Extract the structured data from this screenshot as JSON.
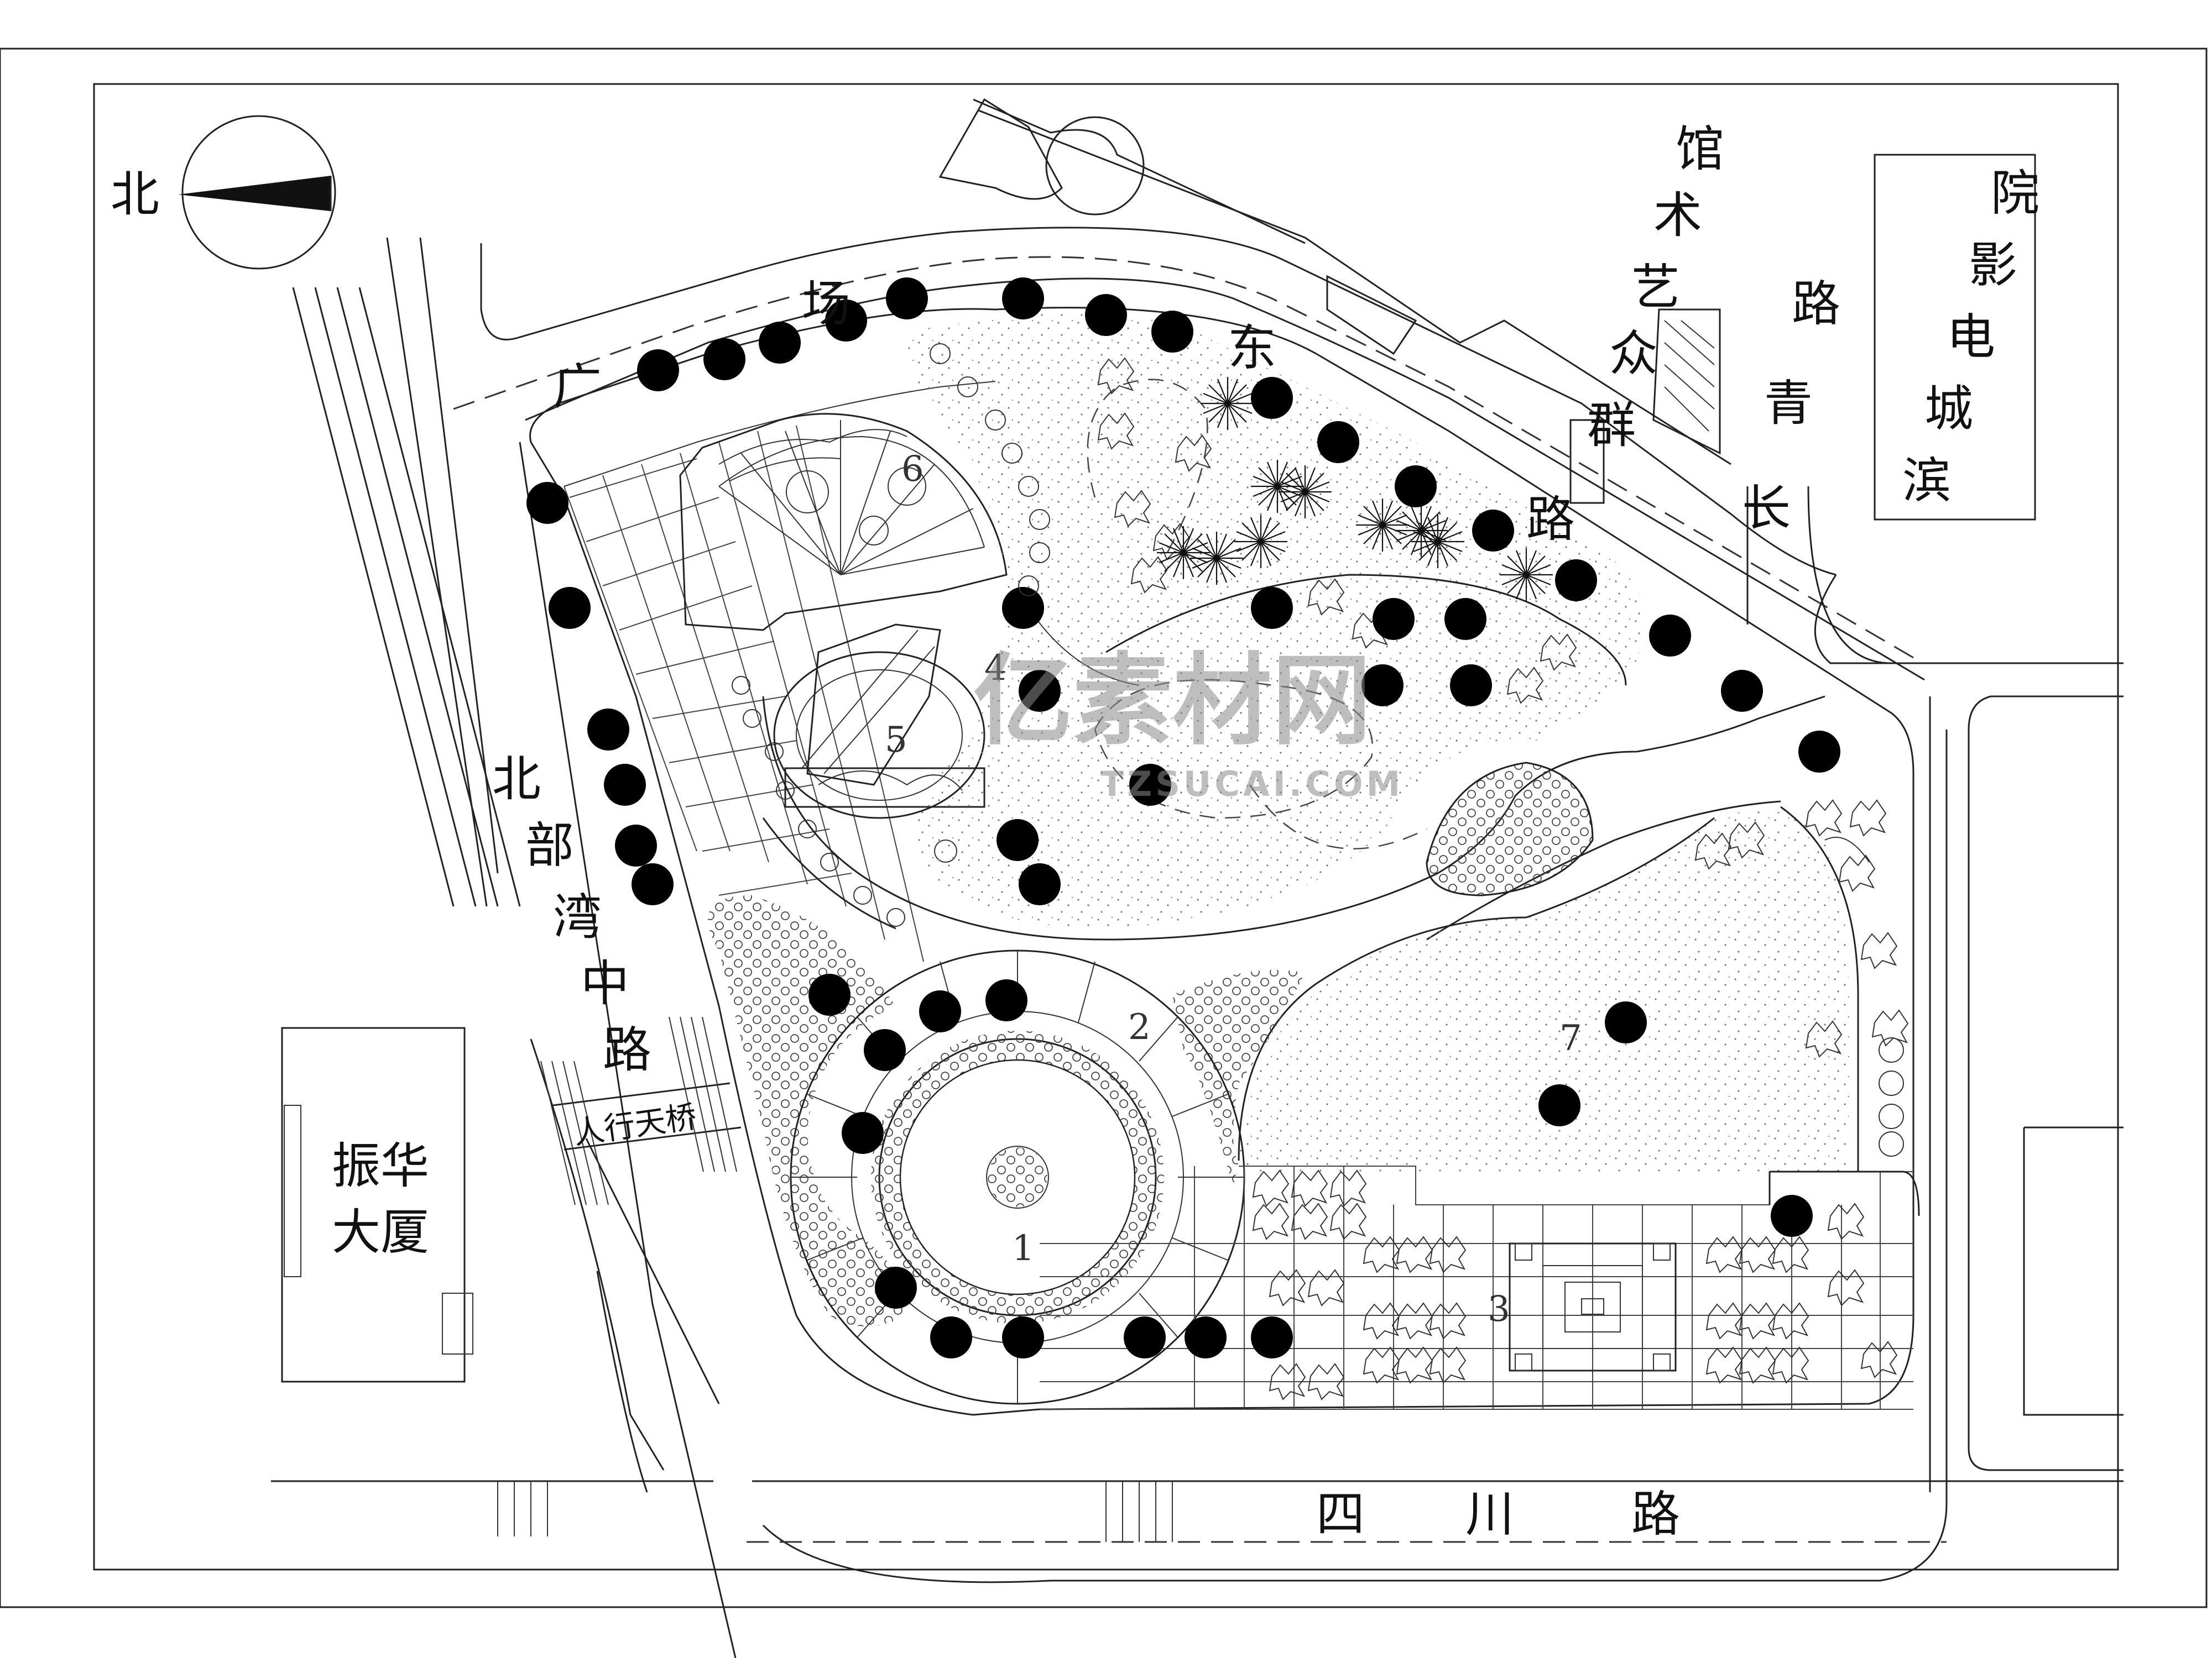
{
  "compass": {
    "label": "北"
  },
  "roads": {
    "guangchang_east": [
      "广",
      "场",
      "东",
      "路"
    ],
    "beibuwan_middle": [
      "北",
      "部",
      "湾",
      "中",
      "路"
    ],
    "changqing": [
      "长",
      "青",
      "路"
    ],
    "sichuan": [
      "四",
      "川",
      "路"
    ]
  },
  "buildings": {
    "art_hall": [
      "群",
      "众",
      "艺",
      "术",
      "馆"
    ],
    "cinema": [
      "滨",
      "城",
      "电",
      "影",
      "院"
    ],
    "zhenhua_line1": "振华",
    "zhenhua_line2": "大厦",
    "footbridge": "人行天桥"
  },
  "zones": [
    "1",
    "2",
    "3",
    "4",
    "5",
    "6",
    "7"
  ],
  "watermark": {
    "main": "亿素材网",
    "sub": "TZSUCAI.COM"
  }
}
